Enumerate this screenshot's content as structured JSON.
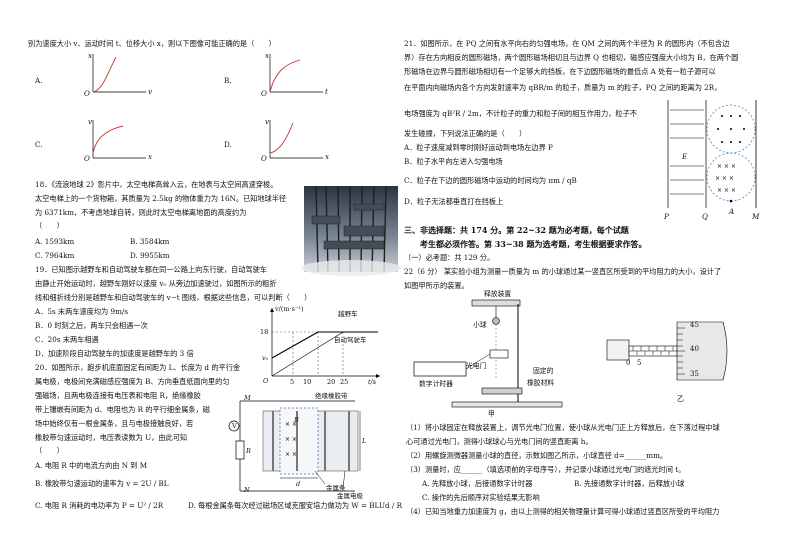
{
  "q17": {
    "stem": "别为速度大小 v、运动时间 t、位移大小 x，则以下图像可能正确的是（　　）",
    "options": [
      "A.",
      "B.",
      "C.",
      "D."
    ],
    "axis_o": "O",
    "axis_v": "v",
    "axis_t": "t",
    "axis_x": "x"
  },
  "q18": {
    "lines": [
      "18．《流浪地球 2》影片中，太空电梯高耸入云，在地表与太空间高速穿梭。",
      "太空电梯上的一个货物箱，其质量为 2.5kg 的物体重力为 16N。已知地球半径",
      "为 6371km，不考虑地球自转，则此时太空电梯离地面的高度约为",
      "（　　）"
    ],
    "options": [
      "A. 1593km",
      "B. 3584km",
      "C. 7964km",
      "D. 9955km"
    ]
  },
  "q19": {
    "lines": [
      "19．已知图示越野车和自动驾驶车都在同一公路上向东行驶，自动驾驶车",
      "由静止开始运动时，越野车刚好以速度 v₀ 从旁边加速驶过，如图所示的粗折",
      "线和细折线分别是越野车和自动驾驶车的 v−t 图线，根据这些信息，可以判断（　　）"
    ],
    "options": [
      "A．5s 末两车速度均为 9m/s",
      "B．0 时刻之后，两车只会相遇一次",
      "C．20s 末两车相遇",
      "D．加速阶段自动驾驶车的加速度是越野车的 3 倍"
    ],
    "chart": {
      "ylabel": "v/(m·s⁻¹)",
      "y18": "18",
      "v0": "v₀",
      "o": "O",
      "xticks": [
        "5",
        "10",
        "20",
        "25"
      ],
      "xlabel": "t/s",
      "series1": "越野车",
      "series2": "自动驾驶车"
    }
  },
  "q20": {
    "lines": [
      "20．如图所示，跑步机底面固定有间距为 L、长度为 d 的平行金",
      "属电极，电极间充满磁感应强度为 B、方向垂直纸面向里的匀",
      "强磁场，且两电极连接有电压表和电阻 R，绝缘橡胶",
      "带上镶嵌有间距为 d、电阻也为 R 的平行细金属条，磁",
      "场中始终仅有一根金属条，且与电极接触良好，若",
      "橡胶带匀速运动时，电压表读数为 U，由此可知",
      "（　　）"
    ],
    "optA": "A. 电阻 R 中的电流方向由 N 到 M",
    "optB": "B. 橡胶带匀速运动的速率为 v = 2U / BL",
    "optC": "C. 电阻 R 消耗的电功率为 P = U² / 2R",
    "optD": "D. 每根金属条每次经过磁场区域克服安培力做功为 W = BLUd / R",
    "fig": {
      "belt": "绝缘橡胶带",
      "M": "M",
      "N": "N",
      "R": "R",
      "V": "V",
      "B": "B",
      "L": "L",
      "d": "d",
      "strip": "金属条",
      "electrode": "金属电极"
    }
  },
  "q21": {
    "lines": [
      "21．如图所示，在 PQ 之间有水平向右的匀强电场，在 QM 之间的两个半径为 R 的圆形内（不包含边",
      "界）存在方向相反的圆形磁场，两个圆形磁场相切且与边界 Q 也相切，磁感应强度大小均为 B，在两个圆",
      "形磁场在边界与圆形磁场相切有一个足够大的挡板，在下边圆形磁场的最低点 A 处有一粒子源可以",
      "在平面内向磁场内各个方向发射速率为 qBR/m 的粒子，质量为 m 的粒子，PQ 之间的距离为 2R，"
    ],
    "line5": "电场强度为 qB²R / 2m，不计粒子的重力和粒子间的相互作用力，粒子不",
    "line6": "发生碰撞，下列说法正确的是（　　）",
    "options": [
      "A．粒子速度减到零时刚好运动到电场左边界 P",
      "B．粒子水平向左进入匀强电场",
      "C．粒子在下边的圆形磁场中运动的时间均为 πm / qB",
      "D．粒子无法都垂直打在挡板上"
    ],
    "fig": {
      "E": "E",
      "P": "P",
      "Q": "Q",
      "A": "A",
      "M": "M"
    }
  },
  "section3": {
    "line1": "三、非选择题：共 174 分。第 22~32 题为必考题，每个试题",
    "line2": "考生都必须作答。第 33~38 题为选考题，考生根据要求作答。",
    "line3": "（一）必考题：共 129 分。"
  },
  "q22": {
    "lines": [
      "22（6 分）  某实验小组为测量一质量为 m 的小球通过某一竖直区所受到的平均阻力的大小，设计了",
      "如图甲所示的装置。"
    ],
    "fig": {
      "release": "释放装置",
      "ball": "小球",
      "gate": "光电门",
      "timer": "数字计时器",
      "fixed": "固定的",
      "rubber": "橡胶材料",
      "jia": "甲",
      "yi": "乙",
      "m45": "45",
      "m40": "40",
      "m35": "35",
      "m0": "0",
      "m5": "5"
    },
    "steps": [
      "（1）将小球固定在释放装置上，调节光电门位置，使小球从光电门正上方释放后，在下落过程中球",
      "心可通过光电门，测得小球球心与光电门间的竖直距离 h。",
      "（2）用螺旋测微器测量小球的直径，示数如图乙所示，小球直径 d=______mm。",
      "（3）测量时，应______（填选项前的字母序号），并记录小球通过光电门的遮光时间 t。",
      "A. 先释放小球，后接通数字计时器",
      "B. 先接通数字计时器，后释放小球",
      "C. 操作的先后顺序对实验结果无影响",
      "（4）已知当地重力加速度为 g，由以上测得的相关物理量计算可得小球通过竖直区所受的平均阻力"
    ]
  }
}
